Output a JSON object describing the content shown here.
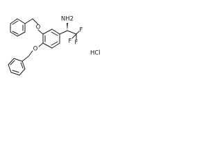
{
  "molecule": {
    "amine_label": "NH2",
    "fluorine_1": "F",
    "fluorine_2": "F",
    "fluorine_3": "F",
    "salt_label": "HCl",
    "ether_oxygen_upper": "O",
    "ether_oxygen_lower": "O"
  },
  "colors": {
    "bond": "#1a1a1a",
    "background": "#ffffff"
  }
}
